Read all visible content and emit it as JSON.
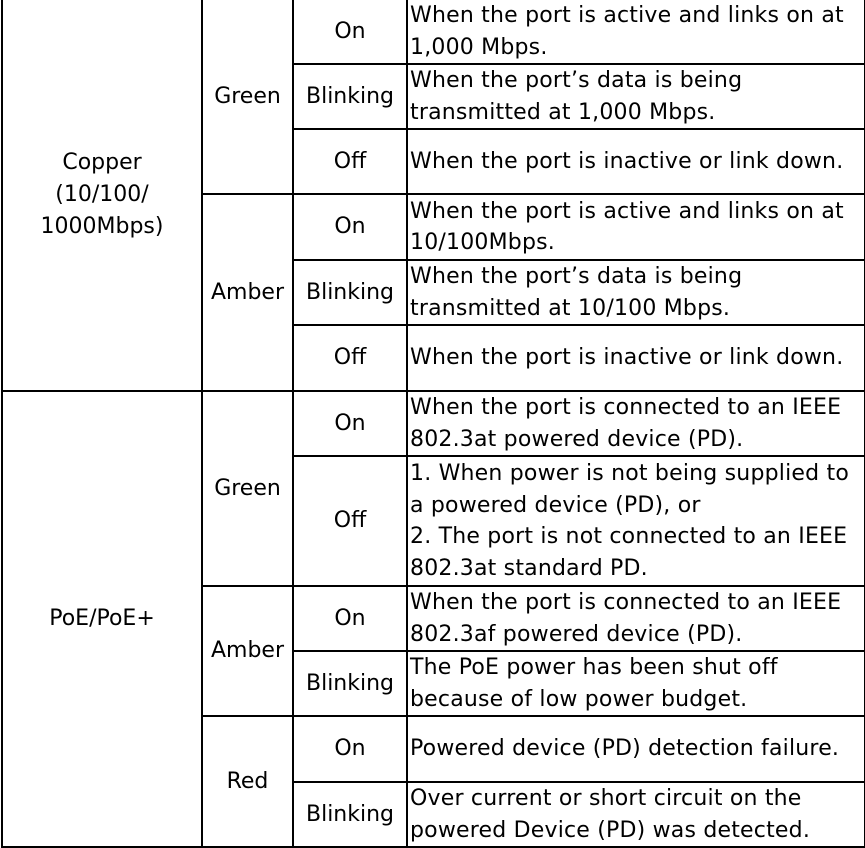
{
  "table": {
    "copper": {
      "label": "Copper\n(10/100/\n1000Mbps)",
      "green": {
        "label": "Green",
        "rows": [
          {
            "state": "On",
            "desc": "When the port is active and links on at 1,000 Mbps."
          },
          {
            "state": "Blinking",
            "desc": "When the port’s data is being transmitted at 1,000 Mbps."
          },
          {
            "state": "Off",
            "desc": "When the port is inactive or link down."
          }
        ]
      },
      "amber": {
        "label": "Amber",
        "rows": [
          {
            "state": "On",
            "desc": "When the port is active and links on at 10/100Mbps."
          },
          {
            "state": "Blinking",
            "desc": "When the port’s data is being transmitted at 10/100 Mbps."
          },
          {
            "state": "Off",
            "desc": "When the port is inactive or link down."
          }
        ]
      }
    },
    "poe": {
      "label": "PoE/PoE+",
      "green": {
        "label": "Green",
        "rows": [
          {
            "state": "On",
            "desc": "When the port is connected to an IEEE 802.3at powered device (PD)."
          },
          {
            "state": "Off",
            "desc": "1. When power is not being supplied to a powered device (PD), or\n2. The port is not connected to an IEEE 802.3at standard PD."
          }
        ]
      },
      "amber": {
        "label": "Amber",
        "rows": [
          {
            "state": "On",
            "desc": "When the port is connected to an IEEE 802.3af powered device (PD)."
          },
          {
            "state": "Blinking",
            "desc": "The PoE power has been shut off because of low power budget."
          }
        ]
      },
      "red": {
        "label": "Red",
        "rows": [
          {
            "state": "On",
            "desc": "Powered device (PD) detection failure."
          },
          {
            "state": "Blinking",
            "desc": "Over current or short circuit on the powered Device (PD) was detected."
          }
        ]
      }
    }
  }
}
